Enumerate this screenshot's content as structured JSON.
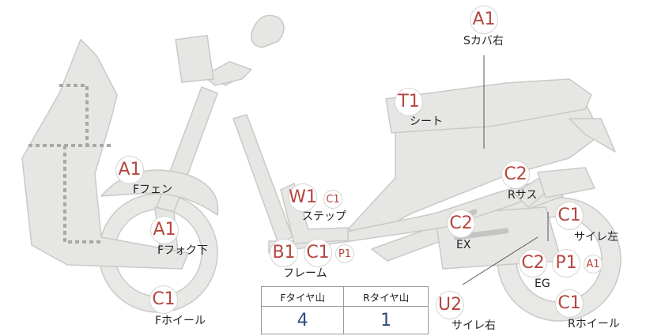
{
  "labels": {
    "s_cover_right": "Sカバ右",
    "seat": "シート",
    "f_fender": "Fフェン",
    "f_fork_lower": "Fフォク下",
    "step": "ステップ",
    "r_suspension": "Rサス",
    "exhaust": "EX",
    "muffler_left": "サイレ左",
    "frame": "フレーム",
    "engine": "EG",
    "f_wheel": "Fホイール",
    "muffler_right": "サイレ右",
    "r_wheel": "Rホイール"
  },
  "badges": {
    "s_cover_right": "A1",
    "seat": "T1",
    "f_fender": "A1",
    "f_fork_lower": "A1",
    "step": "W1",
    "step_sub": "C1",
    "r_suspension": "C2",
    "exhaust": "C2",
    "muffler_left": "C1",
    "frame_b": "B1",
    "frame_c": "C1",
    "frame_sub": "P1",
    "engine_c": "C2",
    "engine_p": "P1",
    "engine_sub": "A1",
    "f_wheel": "C1",
    "muffler_right": "U2",
    "r_wheel": "C1"
  },
  "tire_table": {
    "front_header": "Fタイヤ山",
    "rear_header": "Rタイヤ山",
    "front_value": "4",
    "rear_value": "1"
  }
}
